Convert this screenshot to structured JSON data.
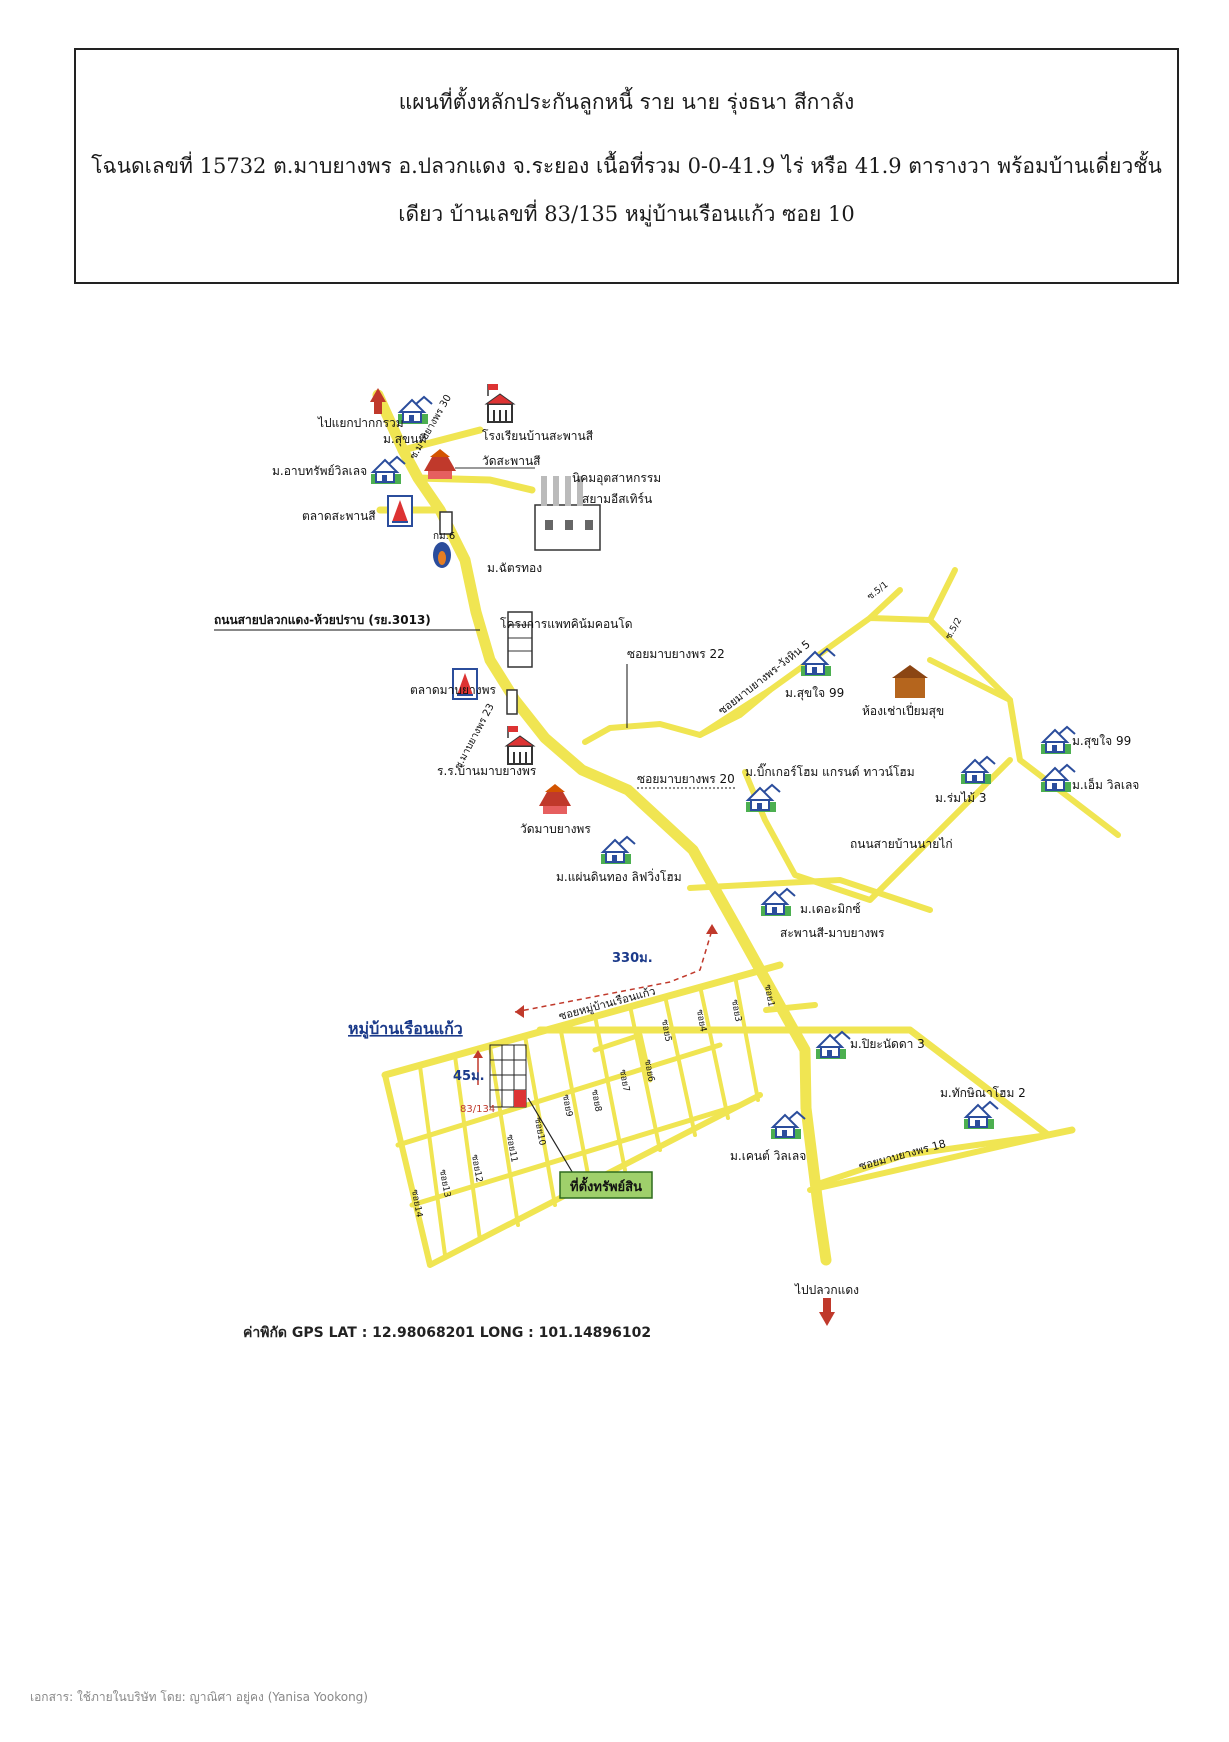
{
  "header": {
    "line1": "แผนที่ตั้งหลักประกันลูกหนี้ ราย นาย รุ่งธนา สีกาลัง",
    "line2": "โฉนดเลขที่ 15732 ต.มาบยางพร อ.ปลวกแดง จ.ระยอง เนื้อที่รวม 0-0-41.9 ไร่ หรือ 41.9 ตารางวา  พร้อมบ้านเดี่ยวชั้น",
    "line3": "เดียว  บ้านเลขที่ 83/135 หมู่บ้านเรือนแก้ว ซอย 10"
  },
  "map": {
    "places": {
      "to_pak_kram": "ไปแยกปากกรวม",
      "m_sukhanti": "ม.สุขนที",
      "soi_30": "ซ.มาบยางพร 30",
      "school_saphan_si": "โรงเรียนบ้านสะพานสี",
      "wat_saphan_si": "วัดสะพานสี",
      "m_arthit": "ม.อาบทรัพย์วิลเลจ",
      "industrial_1": "นิคมอุตสาหกรรม",
      "industrial_2": "สยามอีสเทิร์น",
      "market_saphan_si": "ตลาดสะพานสี",
      "km6": "กม.6",
      "m_chatthong": "ม.ฉัตรทอง",
      "highway": "ถนนสายปลวกแดง-ห้วยปราบ (รย.3013)",
      "condo": "โครงการแพทคิน้มคอนโด",
      "soi_22": "ซอยมาบยางพร 22",
      "soi_wang_hin": "ซอยมาบยางพร-วังหิน 5",
      "s51": "ซ.5/1",
      "s52": "ซ.5/2",
      "m_sukjai_99a": "ม.สุขใจ 99",
      "rent_room": "ห้องเช่าเปี่ยมสุข",
      "m_sukjai_99b": "ม.สุขใจ 99",
      "m_em_village": "ม.เอ็ม วิลเลจ",
      "market_mabyangporn": "ตลาดมาบยางพร",
      "soi_23": "ซ.มาบยางพร 23",
      "school_mabyangporn": "ร.ร.บ้านมาบยางพร",
      "soi_20": "ซอยมาบยางพร 20",
      "m_big_home": "ม.บิ๊กเกอร์โฮม แกรนด์ ทาวน์โฮม",
      "m_rommai": "ม.ร่มไม้ 3",
      "wat_mabyangporn": "วัดมาบยางพร",
      "road_ban_nai": "ถนนสายบ้านนายไก่",
      "m_paendin": "ม.แผ่นดินทอง ลิฟวิ่งโฮม",
      "m_the_mix_1": "ม.เดอะมิกซ์",
      "m_the_mix_2": "สะพานสี-มาบยางพร",
      "dist_330": "330ม.",
      "village_name": "หมู่บ้านเรือนแก้ว",
      "soi_village": "ซอยหมู่บ้านเรือนแก้ว",
      "dist_45": "45ม.",
      "plot_no": "83/134",
      "m_piya": "ม.ปิยะนัดดา 3",
      "m_thaksina": "ม.ทักษิณาโฮม 2",
      "m_kent": "ม.เคนต์ วิลเลจ",
      "soi_18": "ซอยมาบยางพร 18",
      "property": "ที่ตั้งทรัพย์สิน",
      "to_pluak_daeng": "ไปปลวกแดง",
      "soi_1": "ซอย1",
      "soi_3": "ซอย3",
      "soi_4": "ซอย4",
      "soi_5": "ซอย5",
      "soi_6": "ซอย6",
      "soi_7": "ซอย7",
      "soi_8": "ซอย8",
      "soi_9": "ซอย9",
      "soi_10": "ซอย10",
      "soi_11": "ซอย11",
      "soi_12": "ซอย12",
      "soi_13": "ซอย13",
      "soi_14": "ซอย14"
    },
    "colors": {
      "road": "#f0e552",
      "arrow": "#c0392b",
      "property_box": "#9fd06b",
      "distance": "#1b3a8a"
    },
    "icons": [
      "house-icon",
      "school-icon",
      "temple-icon",
      "factory-icon",
      "market-icon",
      "fuel-station-icon",
      "building-icon"
    ]
  },
  "gps": "ค่าพิกัด GPS  LAT : 12.98068201  LONG : 101.14896102",
  "footer": "เอกสาร: ใช้ภายในบริษัท โดย: ญาณิศา อยู่คง (Yanisa Yookong)"
}
